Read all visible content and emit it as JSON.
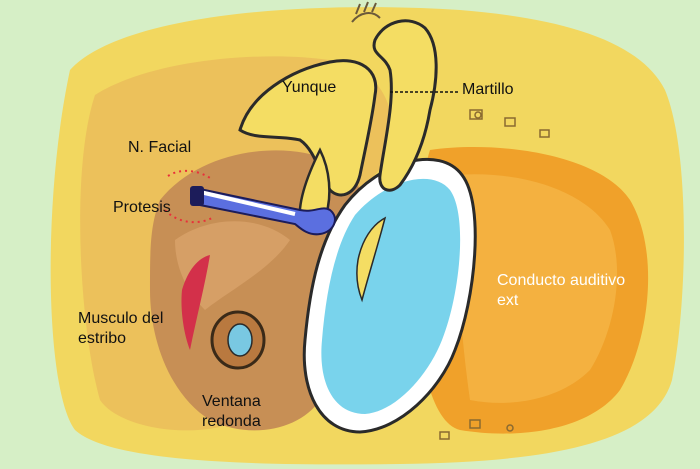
{
  "labels": {
    "yunque": "Yunque",
    "martillo": "Martillo",
    "nervio_facial": "N. Facial",
    "protesis": "Protesis",
    "musculo_estribo": "Musculo del estribo",
    "ventana_redonda": "Ventana redonda",
    "conducto_auditivo": "Conducto auditivo ext"
  },
  "colors": {
    "background": "#d6efc6",
    "yellow_field": "#f2d75f",
    "orange_canal": "#f0a12a",
    "brown_cavity": "#c78f55",
    "tympanic_blue": "#79d3ec",
    "ossicle_yellow": "#f4dd63",
    "prosthesis_blue": "#5b6fe0",
    "muscle_red": "#d3304a"
  }
}
